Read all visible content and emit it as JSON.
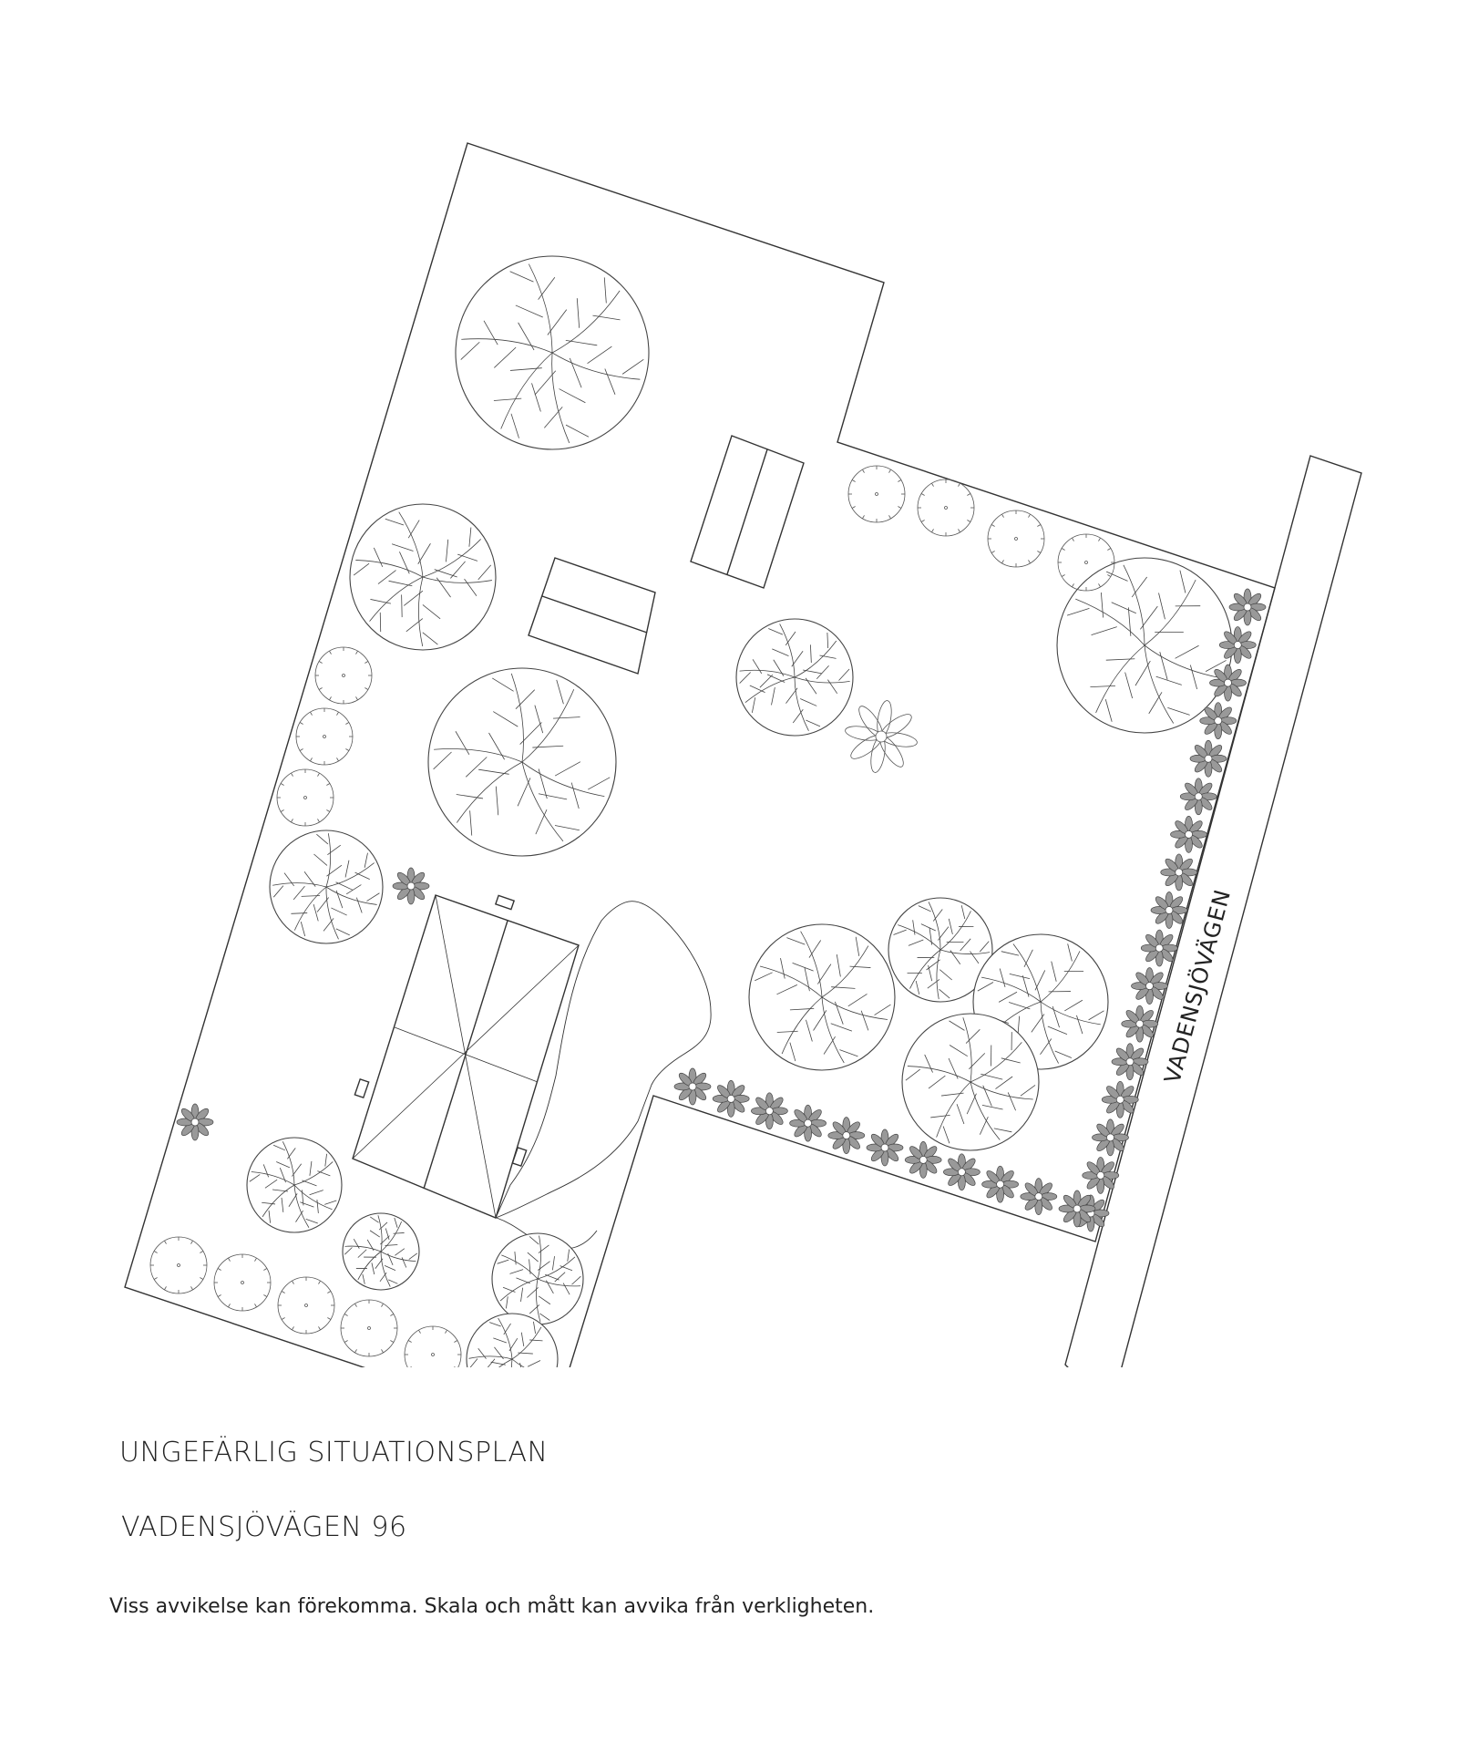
{
  "plan": {
    "title": "UNGEFÄRLIG SITUATIONSPLAN",
    "address": "VADENSJÖVÄGEN 96",
    "disclaimer": "Viss avvikelse kan förekomma. Skala och mått kan avvika från verkligheten.",
    "road_label": "VADENSJÖVÄGEN",
    "line_color": "#333333"
  }
}
